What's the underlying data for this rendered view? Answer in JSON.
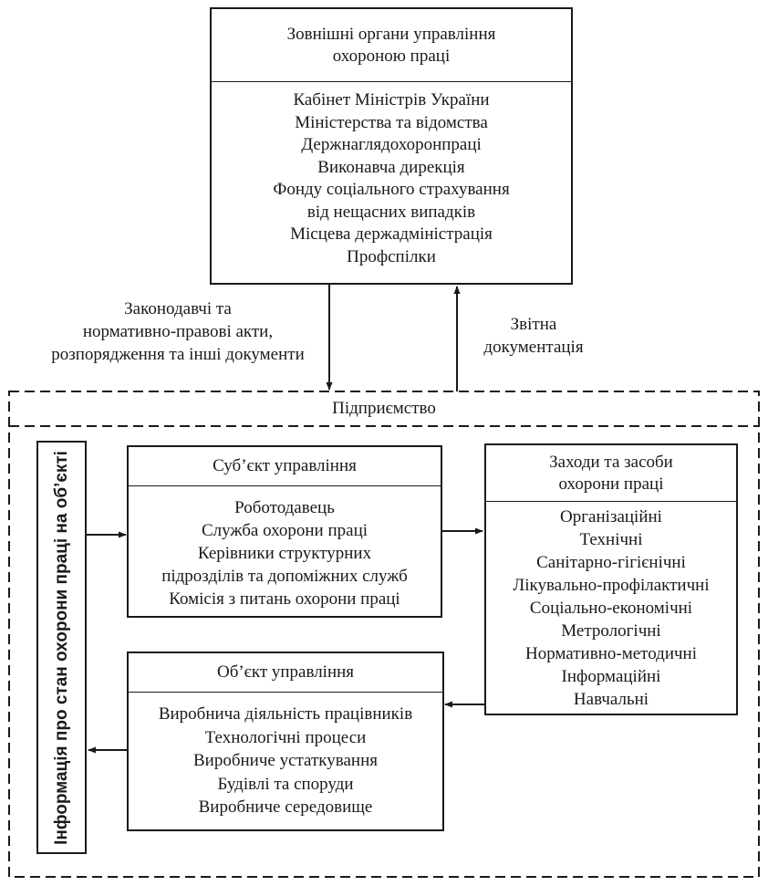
{
  "external": {
    "title_lines": [
      "Зовнішні органи управління",
      "охороною праці"
    ],
    "items": [
      "Кабінет Міністрів  України",
      "Міністерства та відомства",
      "Держнаглядохоронпраці",
      "Виконавча дирекція",
      "Фонду соціального страхування",
      "від нещасних випадків",
      "Місцева держадміністрація",
      "Профспілки"
    ]
  },
  "flows": {
    "down_label_lines": [
      "Законодавчі та",
      "нормативно-правові акти,",
      "розпорядження та інші документи"
    ],
    "up_label_lines": [
      "Звітна",
      "документація"
    ]
  },
  "enterprise": {
    "label": "Підприємство"
  },
  "info_box": {
    "label": "Інформація про стан охорони праці на об’єкті"
  },
  "subject": {
    "title": "Суб’єкт управління",
    "items": [
      "Роботодавець",
      "Служба охорони праці",
      "Керівники структурних",
      "підрозділів  та допоміжних служб",
      "Комісія з питань охорони праці"
    ]
  },
  "measures": {
    "title_lines": [
      "Заходи та засоби",
      "охорони праці"
    ],
    "items": [
      "Організаційні",
      "Технічні",
      "Санітарно-гігієнічні",
      "Лікувально-профілактичні",
      "Соціально-економічні",
      "Метрологічні",
      "Нормативно-методичні",
      "Інформаційні",
      "Навчальні"
    ]
  },
  "object": {
    "title": "Об’єкт управління",
    "items": [
      "Виробнича діяльність працівників",
      "Технологічні процеси",
      "Виробниче устаткування",
      "Будівлі та споруди",
      "Виробниче середовище"
    ]
  }
}
